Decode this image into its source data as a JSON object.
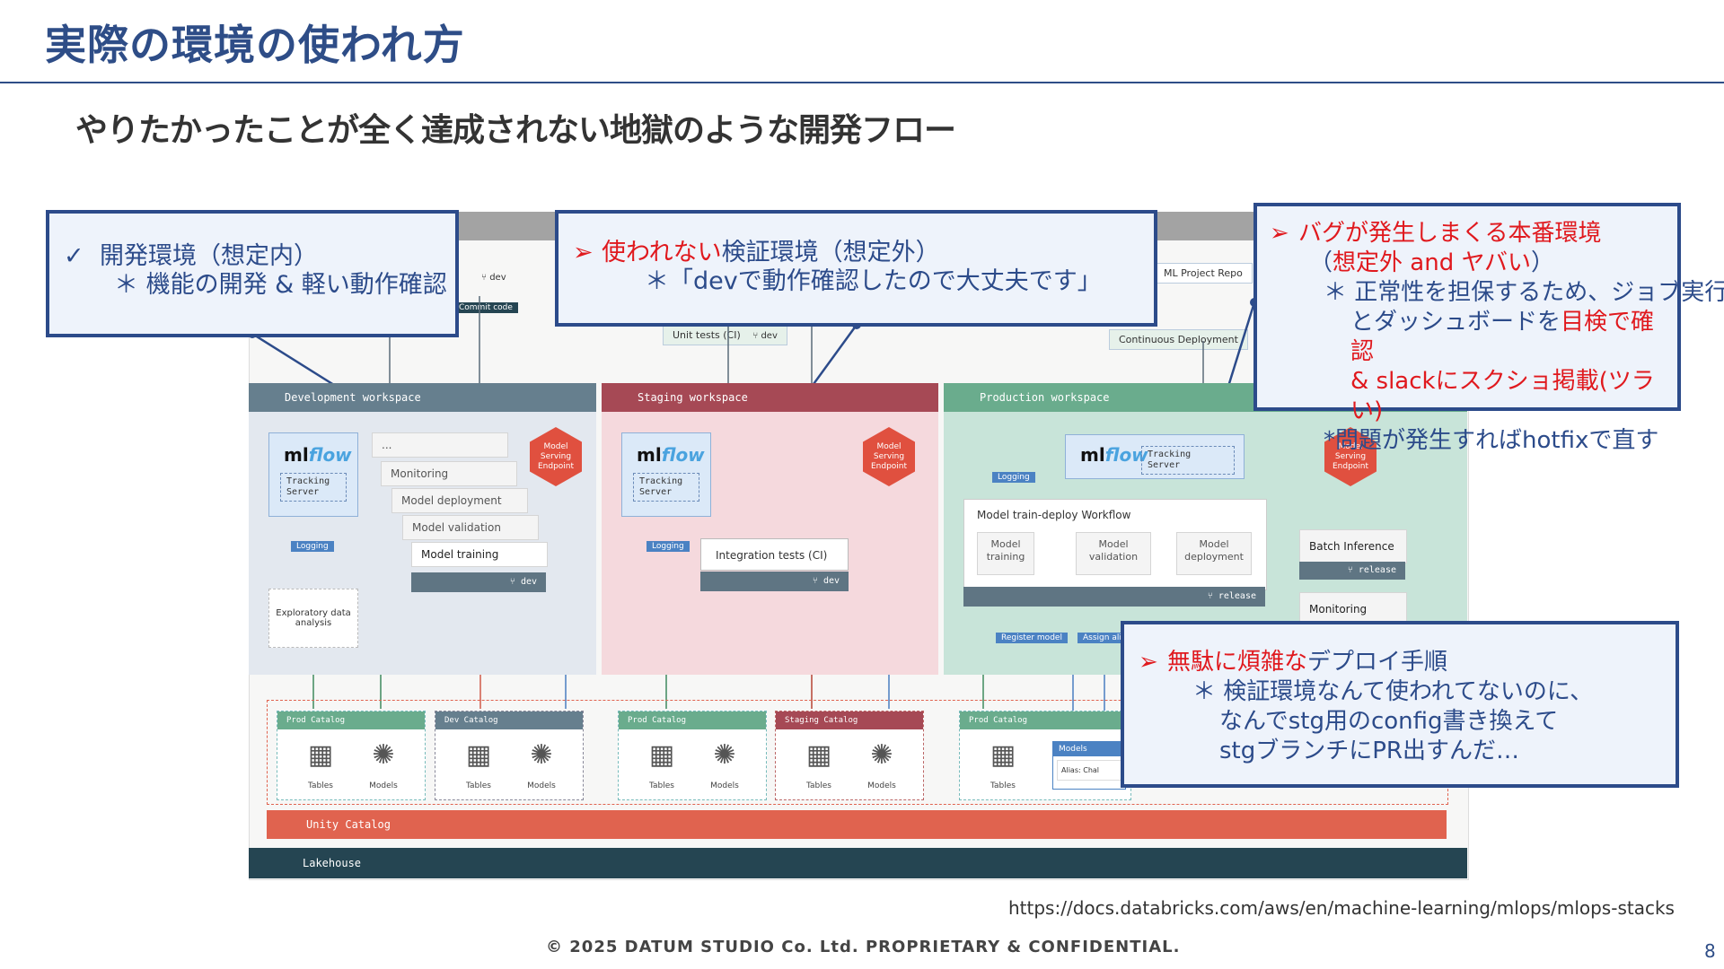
{
  "slide": {
    "title": "実際の環境の使われ方",
    "subtitle": "やりたかったことが全く達成されない地獄のような開発フロー",
    "footer_url": "https://docs.databricks.com/aws/en/machine-learning/mlops/mlops-stacks",
    "copyright": "© 2025 DATUM STUDIO Co. Ltd. PROPRIETARY & CONFIDENTIAL.",
    "page_number": "8"
  },
  "callouts": {
    "dev": {
      "mark": "✓",
      "line1": "開発環境（想定内）",
      "line2": "＊ 機能の開発 & 軽い動作確認"
    },
    "stg": {
      "mark": "➢",
      "line1_red": "使われない",
      "line1_rest": "検証環境（想定外）",
      "line2": "＊「devで動作確認したので大丈夫です」"
    },
    "prod": {
      "mark": "➢",
      "line1": "バグが発生しまくる本番環境",
      "line2_open": "（",
      "line2_red": "想定外 and ヤバい",
      "line2_close": "）",
      "line3": "＊ 正常性を担保するため、ジョブ実行",
      "line4_pre": "とダッシュボードを",
      "line4_red": "目検で確認",
      "line5": "& slackにスクショ掲載(ツラい)",
      "line6": "*問題が発生すればhotfixで直す"
    },
    "deploy": {
      "mark": "➢",
      "line1_red": "無駄に煩雑な",
      "line1_rest": "デプロイ手順",
      "line2": "＊ 検証環境なんて使われてないのに、",
      "line3": "なんでstg用のconfig書き換えて",
      "line4": "stgブランチにPR出すんだ…"
    }
  },
  "diagram": {
    "top_labels": {
      "commit_code": "Commit code",
      "dev_branch": "dev",
      "unit_tests": "Unit tests (CI)",
      "ml_project_repo": "ML Project Repo",
      "continuous_deployment": "Continuous Deployment"
    },
    "workspaces": {
      "dev": "Development workspace",
      "stg": "Staging workspace",
      "prod": "Production workspace"
    },
    "mlflow": {
      "ml": "ml",
      "flow": "flow",
      "tracking": "Tracking Server"
    },
    "serving": "Model Serving Endpoint",
    "logging": "Logging",
    "dev_stack": [
      "...",
      "Monitoring",
      "Model deployment",
      "Model validation",
      "Model training"
    ],
    "dev_branch_label": "dev",
    "eda": "Exploratory data analysis",
    "integration_tests": "Integration tests (CI)",
    "workflow": {
      "title": "Model train-deploy Workflow",
      "steps": [
        "Model training",
        "Model validation",
        "Model deployment"
      ],
      "branch": "release"
    },
    "batch_inference": "Batch Inference",
    "monitoring": "Monitoring",
    "release_label": "release",
    "register_model": "Register model",
    "assign_alias": "Assign ali",
    "catalogs": {
      "prod": "Prod Catalog",
      "dev": "Dev Catalog",
      "stg": "Staging Catalog",
      "tables": "Tables",
      "models": "Models",
      "models_box": "Models",
      "alias": "Alias: Chal"
    },
    "unity_catalog": "Unity Catalog",
    "lakehouse": "Lakehouse"
  }
}
